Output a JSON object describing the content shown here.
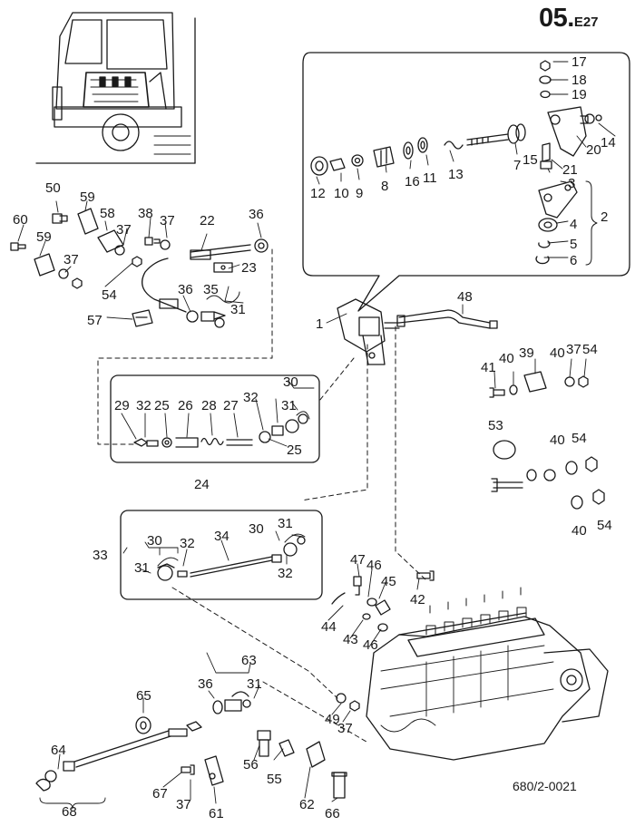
{
  "page_code": {
    "main": "05.",
    "sub": "E27"
  },
  "drawing_number": "680/2-0021",
  "callouts": [
    {
      "id": "c17",
      "text": "17"
    },
    {
      "id": "c18",
      "text": "18"
    },
    {
      "id": "c19",
      "text": "19"
    },
    {
      "id": "c20",
      "text": "20"
    },
    {
      "id": "c14",
      "text": "14"
    },
    {
      "id": "c21",
      "text": "21"
    },
    {
      "id": "c15",
      "text": "15"
    },
    {
      "id": "c7",
      "text": "7"
    },
    {
      "id": "c13",
      "text": "13"
    },
    {
      "id": "c11",
      "text": "11"
    },
    {
      "id": "c16",
      "text": "16"
    },
    {
      "id": "c8",
      "text": "8"
    },
    {
      "id": "c9",
      "text": "9"
    },
    {
      "id": "c10",
      "text": "10"
    },
    {
      "id": "c12",
      "text": "12"
    },
    {
      "id": "c3",
      "text": "3"
    },
    {
      "id": "c2",
      "text": "2"
    },
    {
      "id": "c4",
      "text": "4"
    },
    {
      "id": "c5",
      "text": "5"
    },
    {
      "id": "c6",
      "text": "6"
    },
    {
      "id": "c50",
      "text": "50"
    },
    {
      "id": "c59a",
      "text": "59"
    },
    {
      "id": "c58",
      "text": "58"
    },
    {
      "id": "c38",
      "text": "38"
    },
    {
      "id": "c37a",
      "text": "37"
    },
    {
      "id": "c22",
      "text": "22"
    },
    {
      "id": "c36a",
      "text": "36"
    },
    {
      "id": "c60",
      "text": "60"
    },
    {
      "id": "c59b",
      "text": "59"
    },
    {
      "id": "c37b",
      "text": "37"
    },
    {
      "id": "c37c",
      "text": "37"
    },
    {
      "id": "c23",
      "text": "23"
    },
    {
      "id": "c54a",
      "text": "54"
    },
    {
      "id": "c36b",
      "text": "36"
    },
    {
      "id": "c35",
      "text": "35"
    },
    {
      "id": "c31a",
      "text": "31"
    },
    {
      "id": "c57",
      "text": "57"
    },
    {
      "id": "c1",
      "text": "1"
    },
    {
      "id": "c48",
      "text": "48"
    },
    {
      "id": "c41",
      "text": "41"
    },
    {
      "id": "c40a",
      "text": "40"
    },
    {
      "id": "c39",
      "text": "39"
    },
    {
      "id": "c40b",
      "text": "40"
    },
    {
      "id": "c37d",
      "text": "37"
    },
    {
      "id": "c54b",
      "text": "54"
    },
    {
      "id": "c30a",
      "text": "30"
    },
    {
      "id": "c31b",
      "text": "31"
    },
    {
      "id": "c29",
      "text": "29"
    },
    {
      "id": "c32a",
      "text": "32"
    },
    {
      "id": "c25a",
      "text": "25"
    },
    {
      "id": "c26",
      "text": "26"
    },
    {
      "id": "c28",
      "text": "28"
    },
    {
      "id": "c27",
      "text": "27"
    },
    {
      "id": "c32b",
      "text": "32"
    },
    {
      "id": "c25b",
      "text": "25"
    },
    {
      "id": "c24",
      "text": "24"
    },
    {
      "id": "c53",
      "text": "53"
    },
    {
      "id": "c40c",
      "text": "40"
    },
    {
      "id": "c54c",
      "text": "54"
    },
    {
      "id": "c40d",
      "text": "40"
    },
    {
      "id": "c54d",
      "text": "54"
    },
    {
      "id": "c33",
      "text": "33"
    },
    {
      "id": "c30b",
      "text": "30"
    },
    {
      "id": "c32c",
      "text": "32"
    },
    {
      "id": "c34",
      "text": "34"
    },
    {
      "id": "c30c",
      "text": "30"
    },
    {
      "id": "c31c",
      "text": "31"
    },
    {
      "id": "c31d",
      "text": "31"
    },
    {
      "id": "c32d",
      "text": "32"
    },
    {
      "id": "c47",
      "text": "47"
    },
    {
      "id": "c46a",
      "text": "46"
    },
    {
      "id": "c45",
      "text": "45"
    },
    {
      "id": "c42",
      "text": "42"
    },
    {
      "id": "c44",
      "text": "44"
    },
    {
      "id": "c43",
      "text": "43"
    },
    {
      "id": "c46b",
      "text": "46"
    },
    {
      "id": "c63",
      "text": "63"
    },
    {
      "id": "c36c",
      "text": "36"
    },
    {
      "id": "c31e",
      "text": "31"
    },
    {
      "id": "c65",
      "text": "65"
    },
    {
      "id": "c49",
      "text": "49"
    },
    {
      "id": "c37e",
      "text": "37"
    },
    {
      "id": "c64",
      "text": "64"
    },
    {
      "id": "c56",
      "text": "56"
    },
    {
      "id": "c55",
      "text": "55"
    },
    {
      "id": "c67",
      "text": "67"
    },
    {
      "id": "c37f",
      "text": "37"
    },
    {
      "id": "c61",
      "text": "61"
    },
    {
      "id": "c62",
      "text": "62"
    },
    {
      "id": "c66",
      "text": "66"
    },
    {
      "id": "c68",
      "text": "68"
    }
  ]
}
